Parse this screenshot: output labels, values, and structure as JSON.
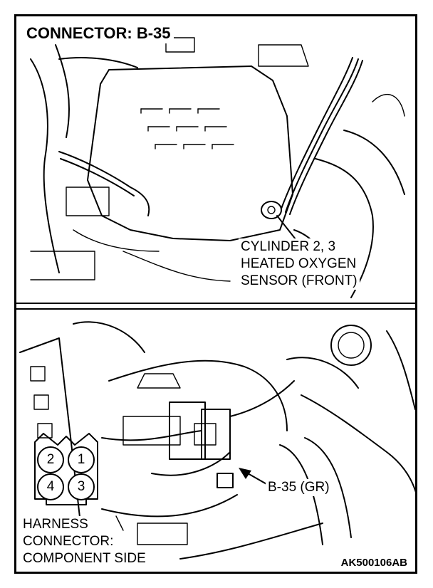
{
  "header": {
    "title": "CONNECTOR: B-35"
  },
  "labels": {
    "sensor_line1": "CYLINDER 2, 3",
    "sensor_line2": "HEATED OXYGEN",
    "sensor_line3": "SENSOR (FRONT)",
    "connector_tag": "B-35 (GR)",
    "harness_line1": "HARNESS",
    "harness_line2": "CONNECTOR:",
    "harness_line3": "COMPONENT SIDE"
  },
  "pins": {
    "p1": "1",
    "p2": "2",
    "p3": "3",
    "p4": "4"
  },
  "figure_code": "AK500106AB"
}
